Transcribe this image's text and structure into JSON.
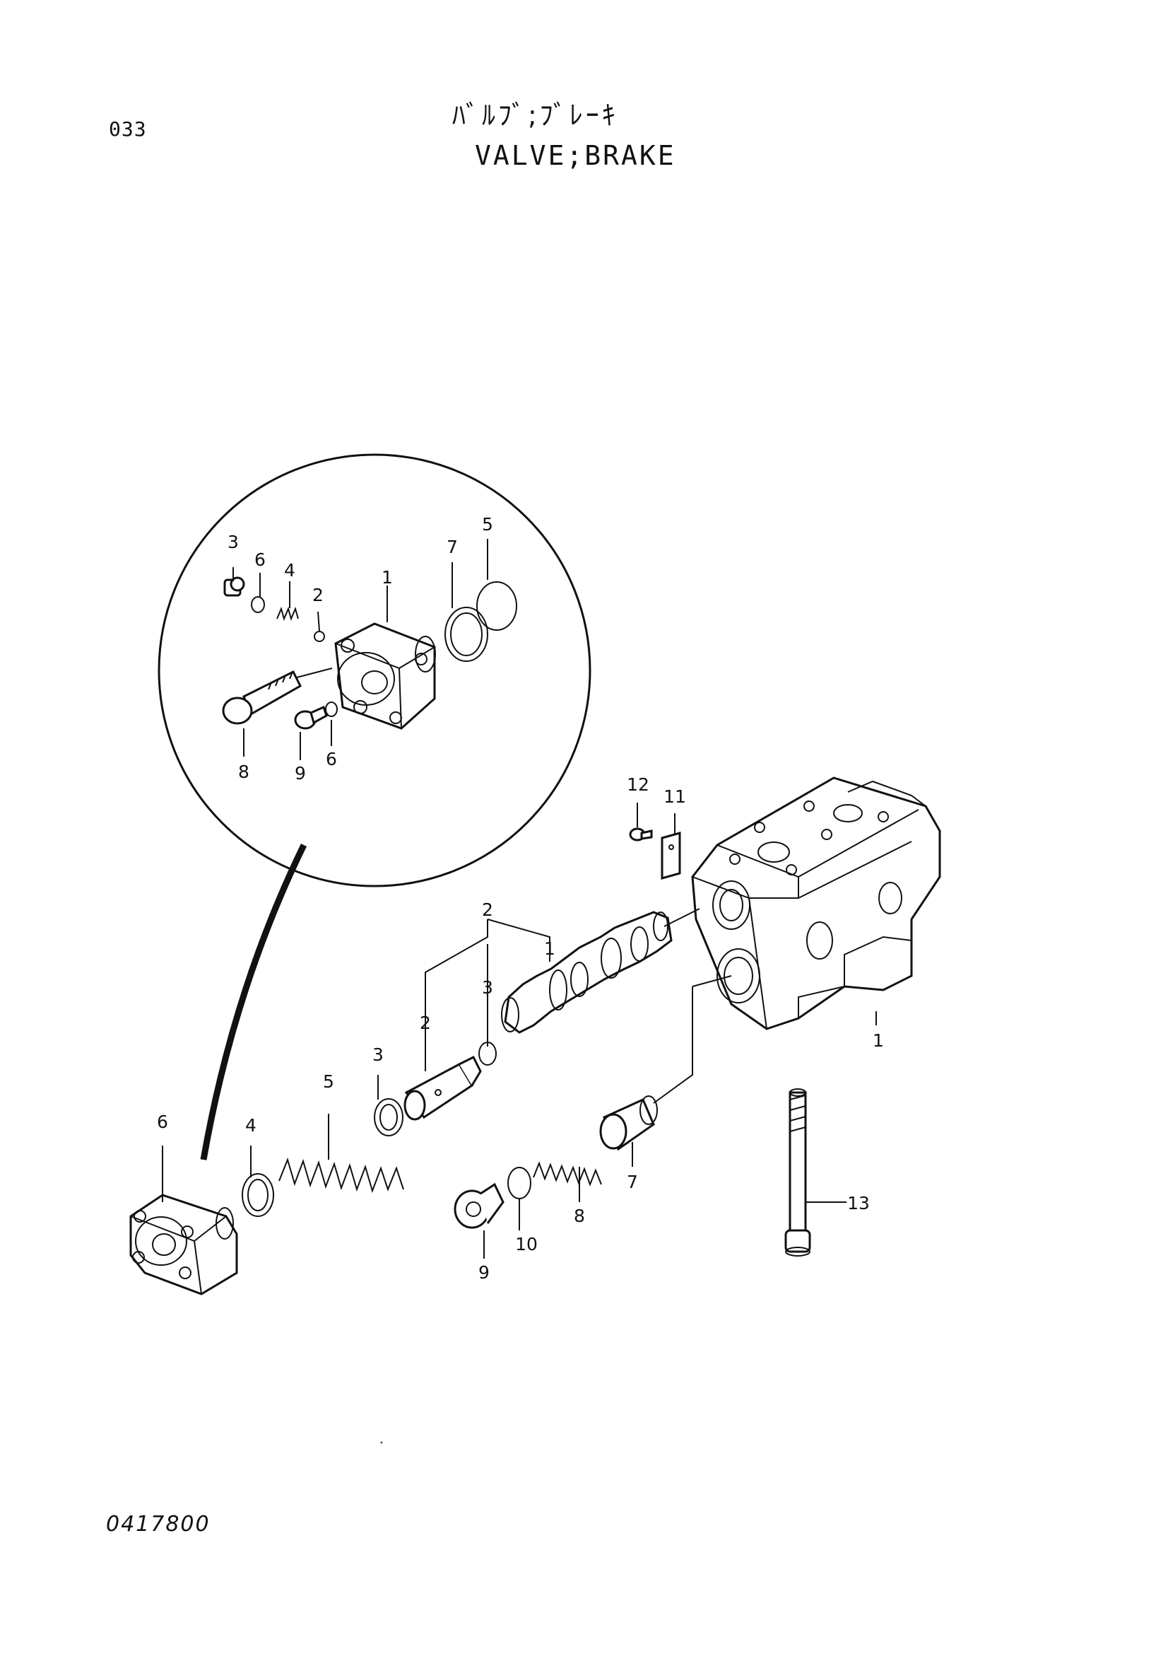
{
  "header": {
    "page_number": "033",
    "title_jp": "ﾊﾞﾙﾌﾞ;ﾌﾞﾚｰｷ",
    "title_en": "VALVE;BRAKE"
  },
  "footer": {
    "doc_code": "0417800"
  },
  "detail_callouts": [
    "3",
    "6",
    "4",
    "2",
    "1",
    "7",
    "5",
    "8",
    "9",
    "6"
  ],
  "main_callouts": [
    "12",
    "11",
    "2",
    "3",
    "1",
    "2",
    "3",
    "5",
    "6",
    "4",
    "7",
    "8",
    "10",
    "9",
    "1",
    "13"
  ]
}
